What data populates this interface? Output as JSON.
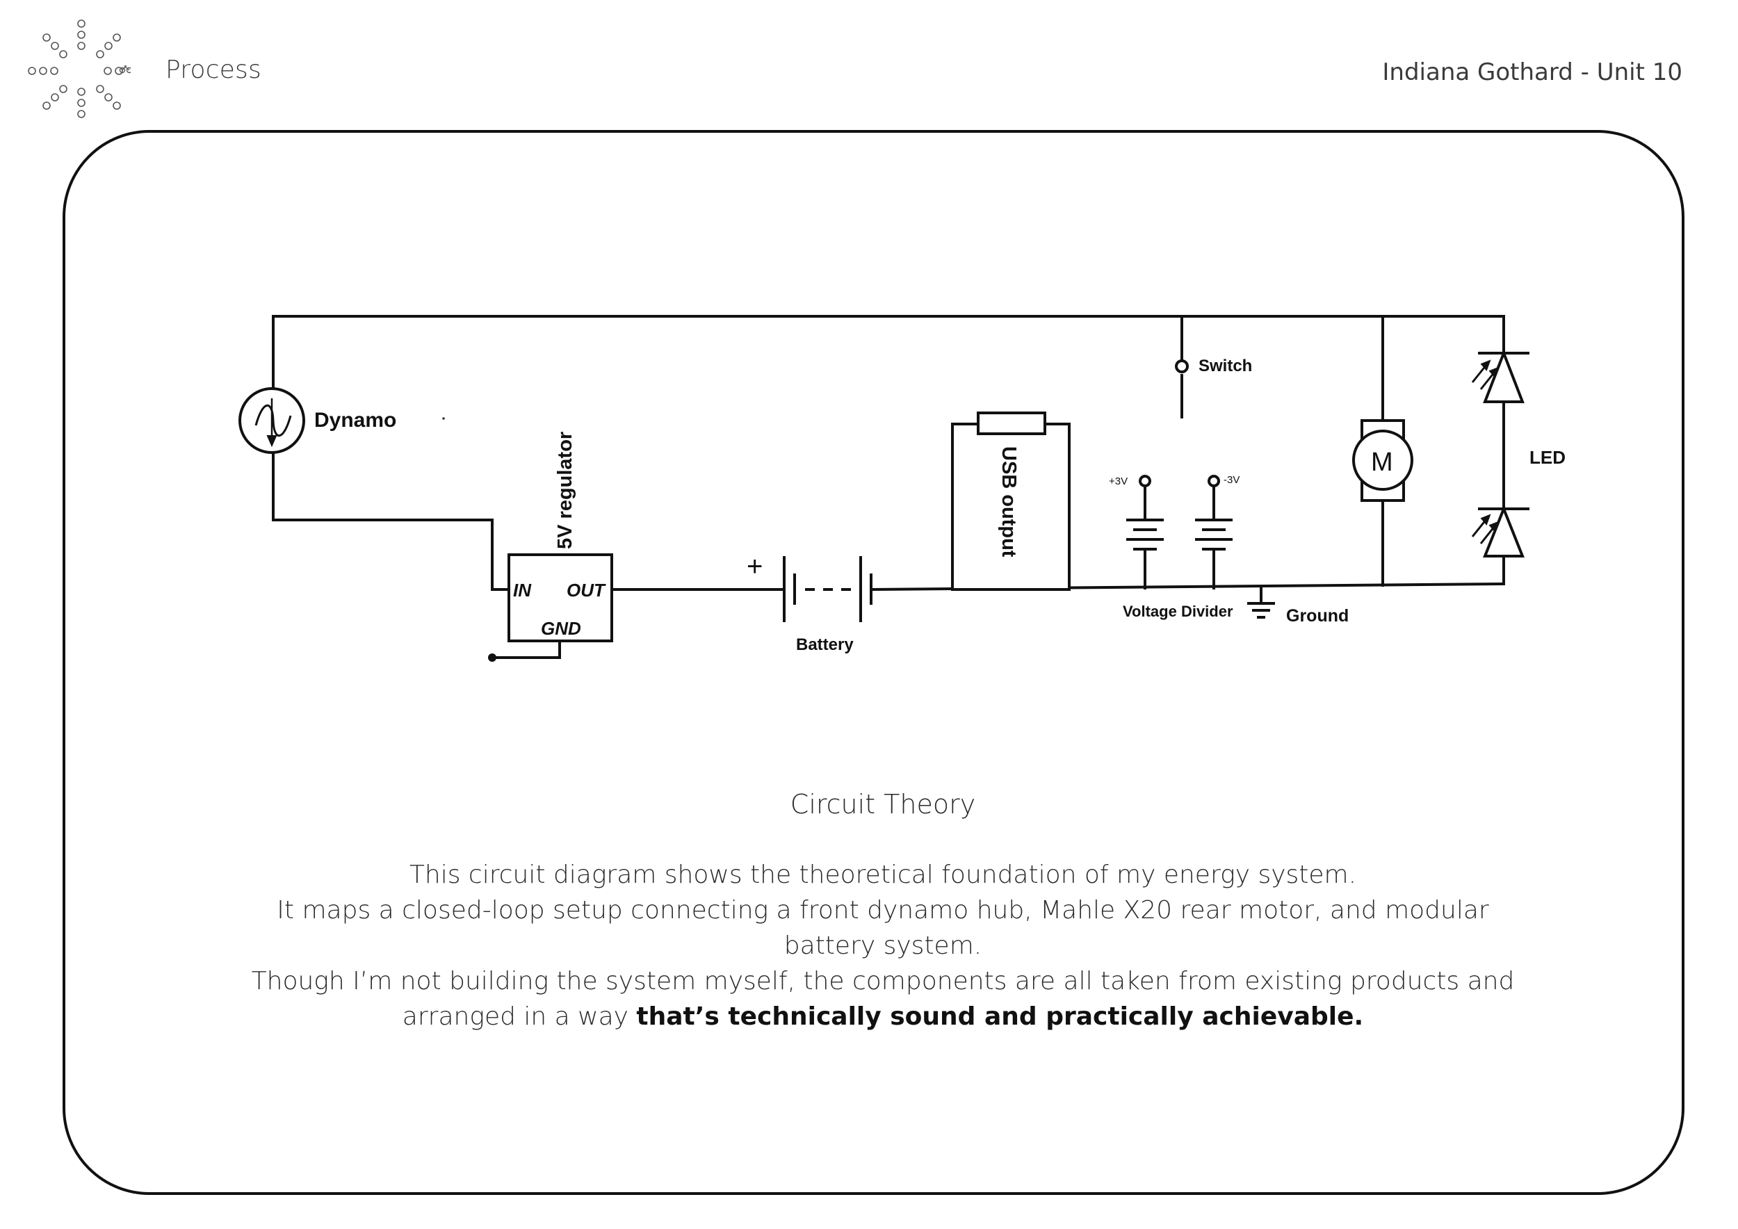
{
  "header": {
    "section": "Process",
    "author": "Indiana Gothard - Unit 10"
  },
  "diagram": {
    "labels": {
      "dynamo": "Dynamo",
      "regulator": "5V regulator",
      "reg_in": "IN",
      "reg_out": "OUT",
      "reg_gnd": "GND",
      "battery_plus": "+",
      "battery": "Battery",
      "usb": "USB output",
      "plus3v": "+3V",
      "minus3v": "-3V",
      "voltage_divider": "Voltage Divider",
      "ground": "Ground",
      "switch": "Switch",
      "motor": "M",
      "led": "LED"
    }
  },
  "caption": {
    "title": "Circuit Theory",
    "line1": "This circuit diagram shows the theoretical foundation of my energy system.",
    "line2": "It maps a closed-loop setup connecting a front dynamo hub, Mahle X20 rear motor, and modular",
    "line3": "battery system.",
    "line4": "Though I’m not building the system myself, the components are all taken from existing products and",
    "line5_prefix": "arranged in a way ",
    "line5_bold": "that’s technically sound and practically achievable."
  }
}
